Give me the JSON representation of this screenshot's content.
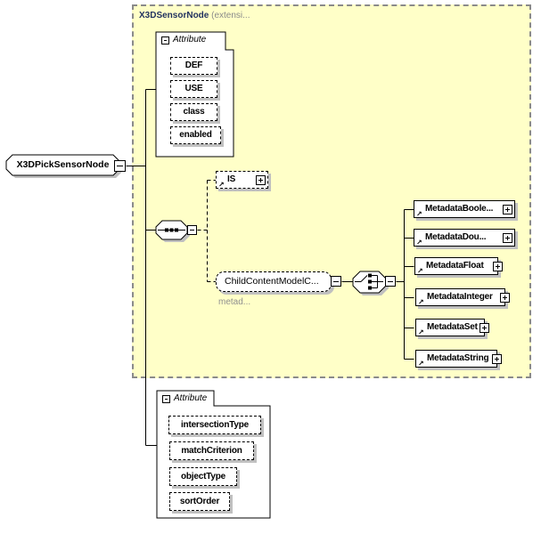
{
  "header": {
    "title": "X3DSensorNode",
    "suffix": "(extensi..."
  },
  "root": {
    "label": "X3DPickSensorNode"
  },
  "top_attributes": {
    "tab": "Attribute",
    "items": [
      "DEF",
      "USE",
      "class",
      "enabled"
    ]
  },
  "is_box": {
    "label": "IS"
  },
  "group_box": {
    "label": "ChildContentModelC...",
    "note": "metad..."
  },
  "metadata_items": [
    "MetadataBoole...",
    "MetadataDou...",
    "MetadataFloat",
    "MetadataInteger",
    "MetadataSet",
    "MetadataString"
  ],
  "bottom_attributes": {
    "tab": "Attribute",
    "items": [
      "intersectionType",
      "matchCriterion",
      "objectType",
      "sortOrder"
    ]
  },
  "icons": {
    "collapse": "minus-box-icon",
    "expand": "plus-box-icon",
    "reference": "arrow-up-right",
    "compositors": [
      "sequence",
      "choice"
    ]
  },
  "colors": {
    "container_bg": "#ffffc8",
    "container_border": "#8a8a8a",
    "title_text": "#1f2f5f",
    "muted_text": "#909090",
    "box_border": "#000000",
    "shadow": "#c0c0c0"
  }
}
